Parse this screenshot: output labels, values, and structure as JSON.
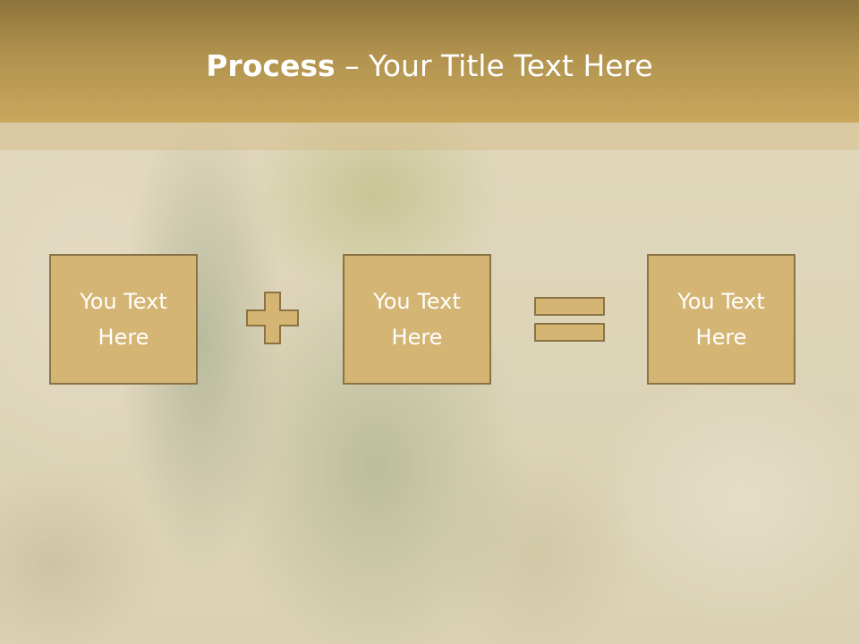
{
  "slide": {
    "title_bold": "Process",
    "title_separator": " – ",
    "title_rest": "Your Title Text Here"
  },
  "process": {
    "boxes": [
      {
        "label": "You Text Here"
      },
      {
        "label": "You Text Here"
      },
      {
        "label": "You Text Here"
      }
    ],
    "operators": [
      "plus-icon",
      "equals-icon"
    ]
  },
  "colors": {
    "header": "#b1934e",
    "box_fill": "#d4b574",
    "box_border": "#8a7345",
    "text": "#ffffff"
  }
}
